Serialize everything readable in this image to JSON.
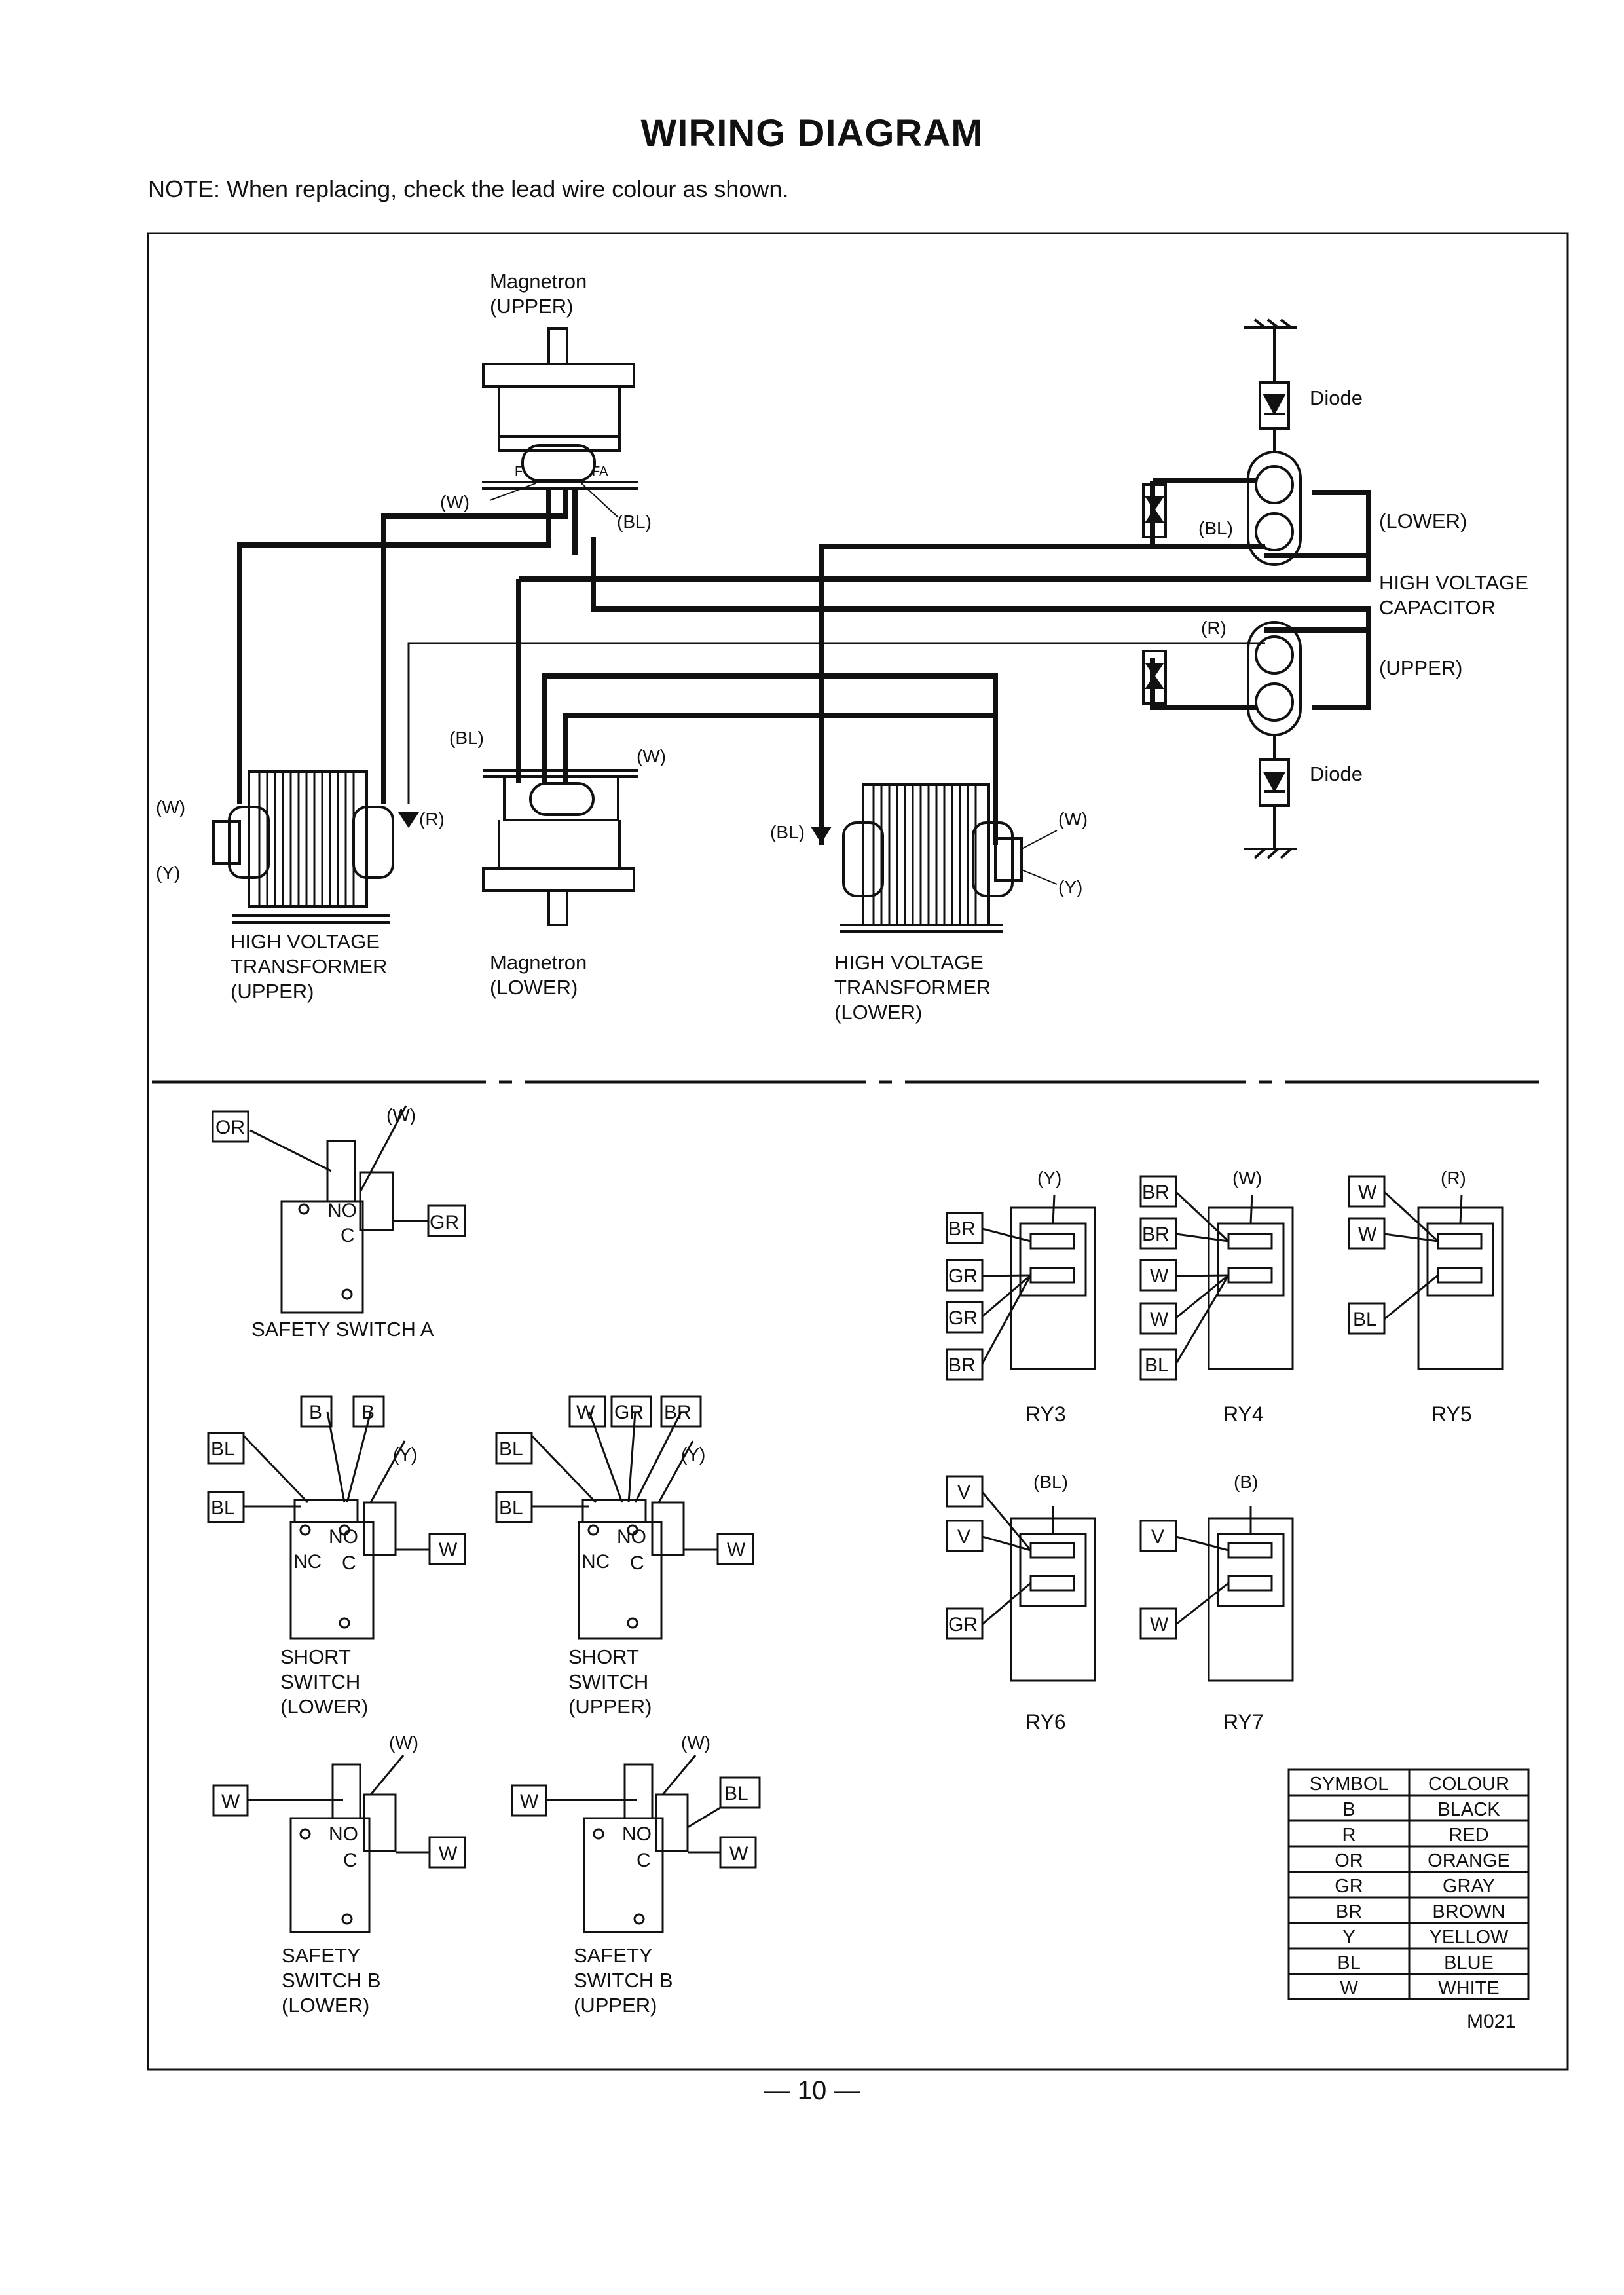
{
  "title": "WIRING DIAGRAM",
  "note": "NOTE: When replacing, check the lead wire colour as shown.",
  "page_number": "— 10 —",
  "figure_code": "M021",
  "top": {
    "mag_upper": [
      "Magnetron",
      "(UPPER)"
    ],
    "mag_lower": [
      "Magnetron",
      "(LOWER)"
    ],
    "hvt_upper": [
      "HIGH VOLTAGE",
      "TRANSFORMER",
      "(UPPER)"
    ],
    "hvt_lower": [
      "HIGH VOLTAGE",
      "TRANSFORMER",
      "(LOWER)"
    ],
    "diode": "Diode",
    "cap_lower": "(LOWER)",
    "cap_title": [
      "HIGH VOLTAGE",
      "CAPACITOR"
    ],
    "cap_upper": "(UPPER)",
    "w": "(W)",
    "bl": "(BL)",
    "y": "(Y)",
    "r": "(R)",
    "pin_f": "F",
    "pin_fa": "FA"
  },
  "switches": {
    "safety_a": "SAFETY SWITCH A",
    "short_lower": [
      "SHORT",
      "SWITCH",
      "(LOWER)"
    ],
    "short_upper": [
      "SHORT",
      "SWITCH",
      "(UPPER)"
    ],
    "safety_b_lower": [
      "SAFETY",
      "SWITCH B",
      "(LOWER)"
    ],
    "safety_b_upper": [
      "SAFETY",
      "SWITCH B",
      "(UPPER)"
    ],
    "no": "NO",
    "nc": "NC",
    "c": "C",
    "or": "OR",
    "gr": "GR",
    "b": "B",
    "bl": "BL",
    "w": "W",
    "br": "BR",
    "w_paren": "(W)",
    "y_paren": "(Y)"
  },
  "relays": {
    "ry3": "RY3",
    "ry4": "RY4",
    "ry5": "RY5",
    "ry6": "RY6",
    "ry7": "RY7",
    "y": "(Y)",
    "w": "(W)",
    "r": "(R)",
    "bl_paren": "(BL)",
    "b_paren": "(B)",
    "br": "BR",
    "gr": "GR",
    "wl": "W",
    "bl": "BL",
    "v": "V"
  },
  "colour_table": {
    "headers": [
      "SYMBOL",
      "COLOUR"
    ],
    "rows": [
      [
        "B",
        "BLACK"
      ],
      [
        "R",
        "RED"
      ],
      [
        "OR",
        "ORANGE"
      ],
      [
        "GR",
        "GRAY"
      ],
      [
        "BR",
        "BROWN"
      ],
      [
        "Y",
        "YELLOW"
      ],
      [
        "BL",
        "BLUE"
      ],
      [
        "W",
        "WHITE"
      ]
    ]
  }
}
